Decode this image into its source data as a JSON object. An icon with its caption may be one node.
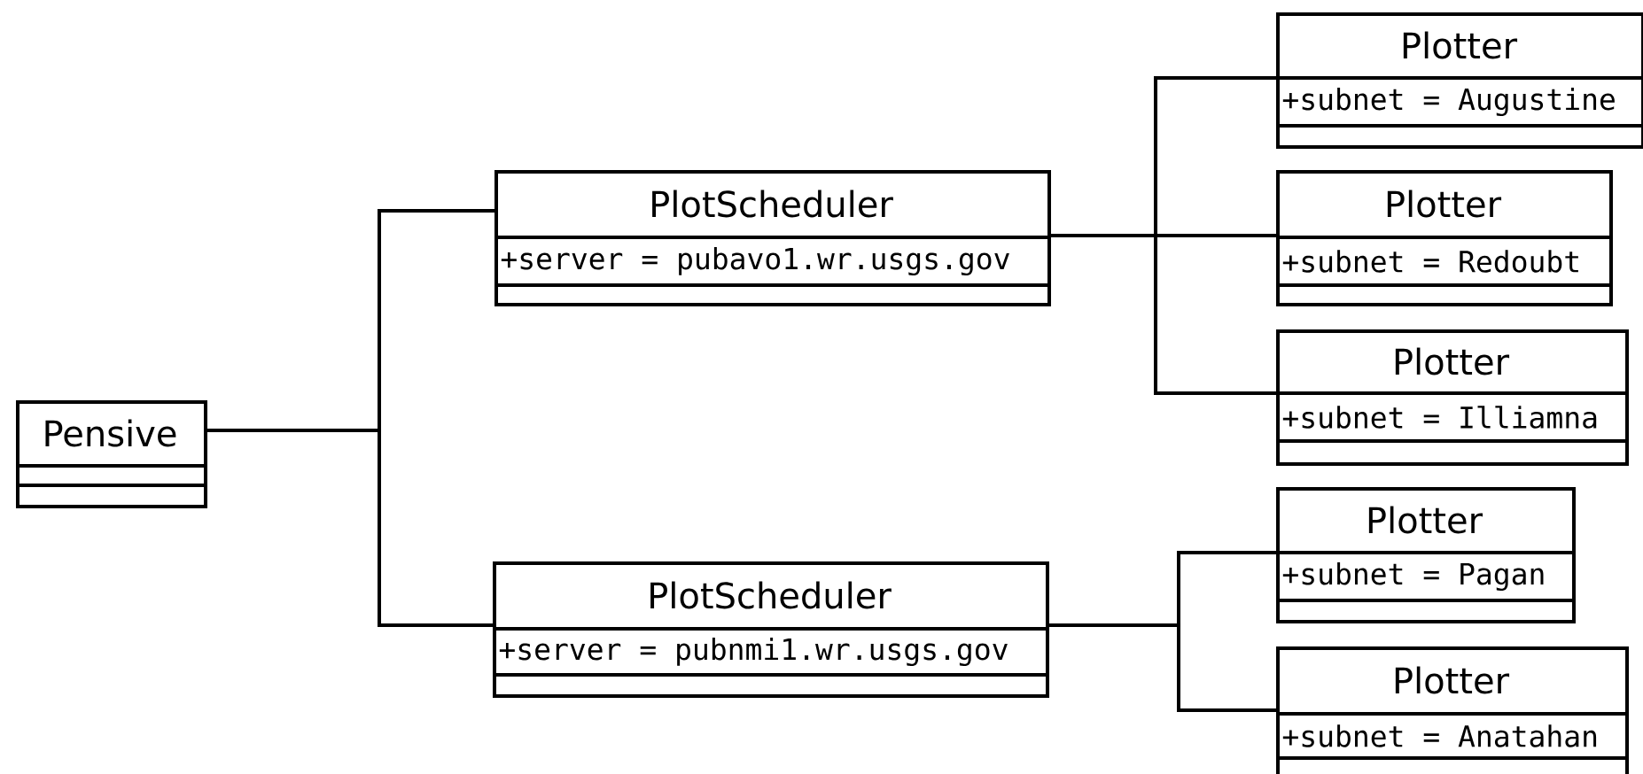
{
  "diagram": {
    "nodes": [
      {
        "text": [
          "Pensive"
        ]
      },
      {
        "text": [
          "PlotScheduler",
          "+server = pubavo1.wr.usgs.gov"
        ]
      },
      {
        "text": [
          "PlotScheduler",
          "+server = pubnmi1.wr.usgs.gov"
        ]
      },
      {
        "text": [
          "Plotter",
          "+subnet = Augustine"
        ]
      },
      {
        "text": [
          "Plotter",
          "+subnet = Redoubt"
        ]
      },
      {
        "text": [
          "Plotter",
          "+subnet = Illiamna"
        ]
      },
      {
        "text": [
          "Plotter",
          "+subnet = Pagan"
        ]
      },
      {
        "text": [
          "Plotter",
          "+subnet = Anatahan"
        ]
      }
    ],
    "edges": [
      {
        "from": 0,
        "to": 1,
        "arrow": "none"
      },
      {
        "from": 0,
        "to": 2,
        "arrow": "none"
      },
      {
        "from": 1,
        "to": 3,
        "arrow": "none"
      },
      {
        "from": 1,
        "to": 4,
        "arrow": "none"
      },
      {
        "from": 1,
        "to": 5,
        "arrow": "none"
      },
      {
        "from": 2,
        "to": 6,
        "arrow": "none"
      },
      {
        "from": 2,
        "to": 7,
        "arrow": "none"
      }
    ]
  }
}
